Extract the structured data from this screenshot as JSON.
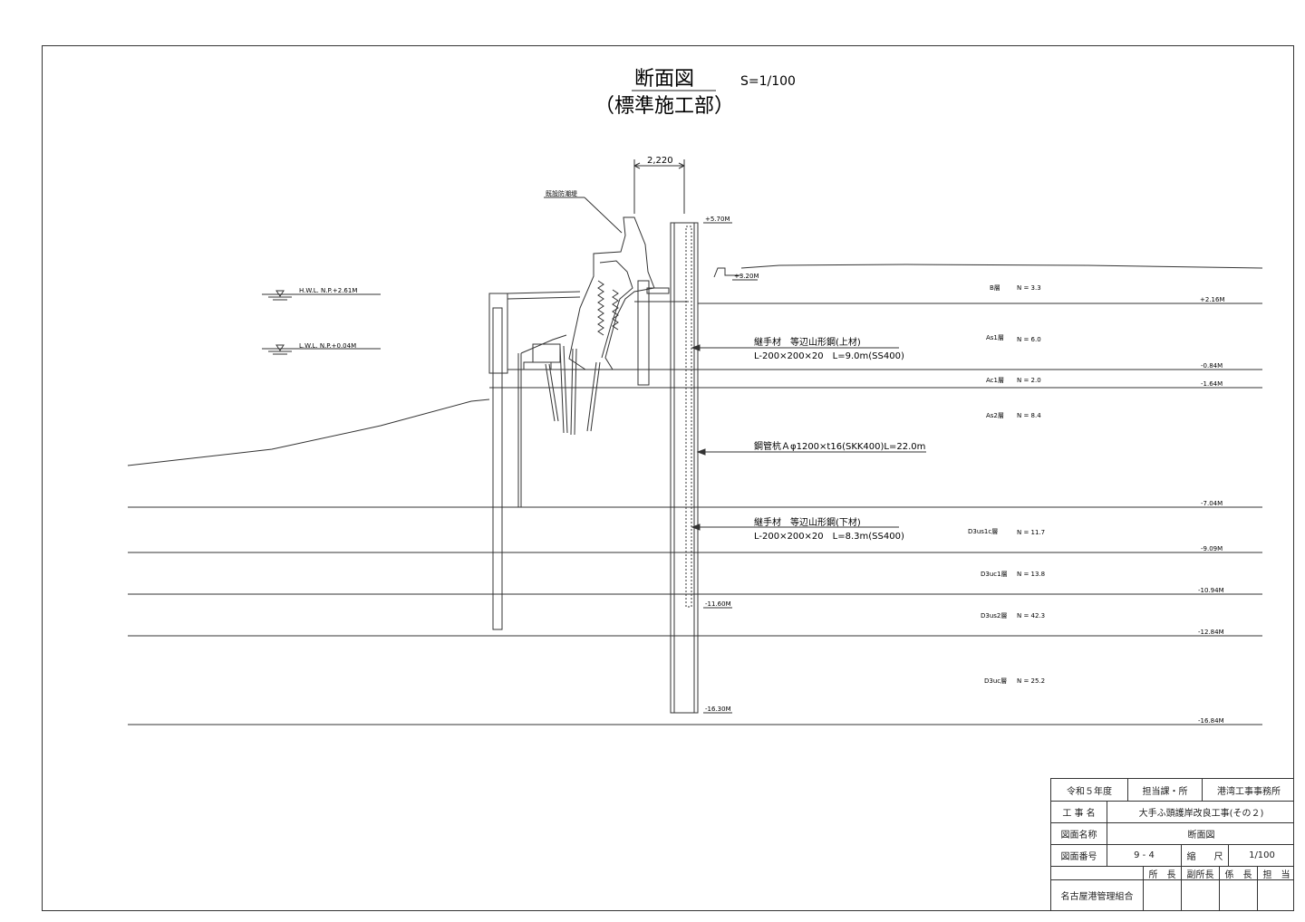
{
  "title": "断面図",
  "scale": "S=1/100",
  "subtitle": "（標準施工部）",
  "dimension": "2,220",
  "existing_wall_label": "既設防潮堤",
  "water_levels": [
    {
      "label": "H.W.L. N.P.+2.61M"
    },
    {
      "label": "L.W.L. N.P.+0.04M"
    }
  ],
  "pile_elevations": {
    "top": "+5.70M",
    "crown": "+3.20M",
    "tie_bottom": "-11.60M",
    "pile_toe": "-16.30M"
  },
  "annotations": {
    "upper_tie_name": "継手材　等辺山形鋼(上材)",
    "upper_tie_spec": "L-200×200×20　L=9.0m(SS400)",
    "pile_spec": "鋼管杭Ａφ1200×t16(SKK400)L=22.0m",
    "lower_tie_name": "継手材　等辺山形鋼(下材)",
    "lower_tie_spec": "L-200×200×20　L=8.3m(SS400)"
  },
  "soil_layers": [
    {
      "name": "B層",
      "n_value": "N = 3.3",
      "bottom": "+2.16M"
    },
    {
      "name": "As1層",
      "n_value": "N = 6.0",
      "bottom": "-0.84M"
    },
    {
      "name": "Ac1層",
      "n_value": "N = 2.0",
      "bottom": "-1.64M"
    },
    {
      "name": "As2層",
      "n_value": "N = 8.4",
      "bottom": "-7.04M"
    },
    {
      "name": "D3us1c層",
      "n_value": "N = 11.7",
      "bottom": "-9.09M"
    },
    {
      "name": "D3uc1層",
      "n_value": "N = 13.8",
      "bottom": "-10.94M"
    },
    {
      "name": "D3us2層",
      "n_value": "N = 42.3",
      "bottom": "-12.84M"
    },
    {
      "name": "D3uc層",
      "n_value": "N = 25.2",
      "bottom": "-16.84M"
    }
  ],
  "title_block": {
    "year": "令和５年度",
    "dept_label": "担当課・所",
    "dept_value": "港湾工事事務所",
    "project_label": "工 事 名",
    "project_value": "大手ふ頭護岸改良工事(その２)",
    "drawing_label": "図面名称",
    "drawing_value": "断面図",
    "number_label": "図面番号",
    "number_value": "9 - 4",
    "scale_label": "縮　　尺",
    "scale_value": "1/100",
    "org": "名古屋港管理組合",
    "roles": [
      "所　長",
      "副所長",
      "係　長",
      "担　当"
    ]
  }
}
